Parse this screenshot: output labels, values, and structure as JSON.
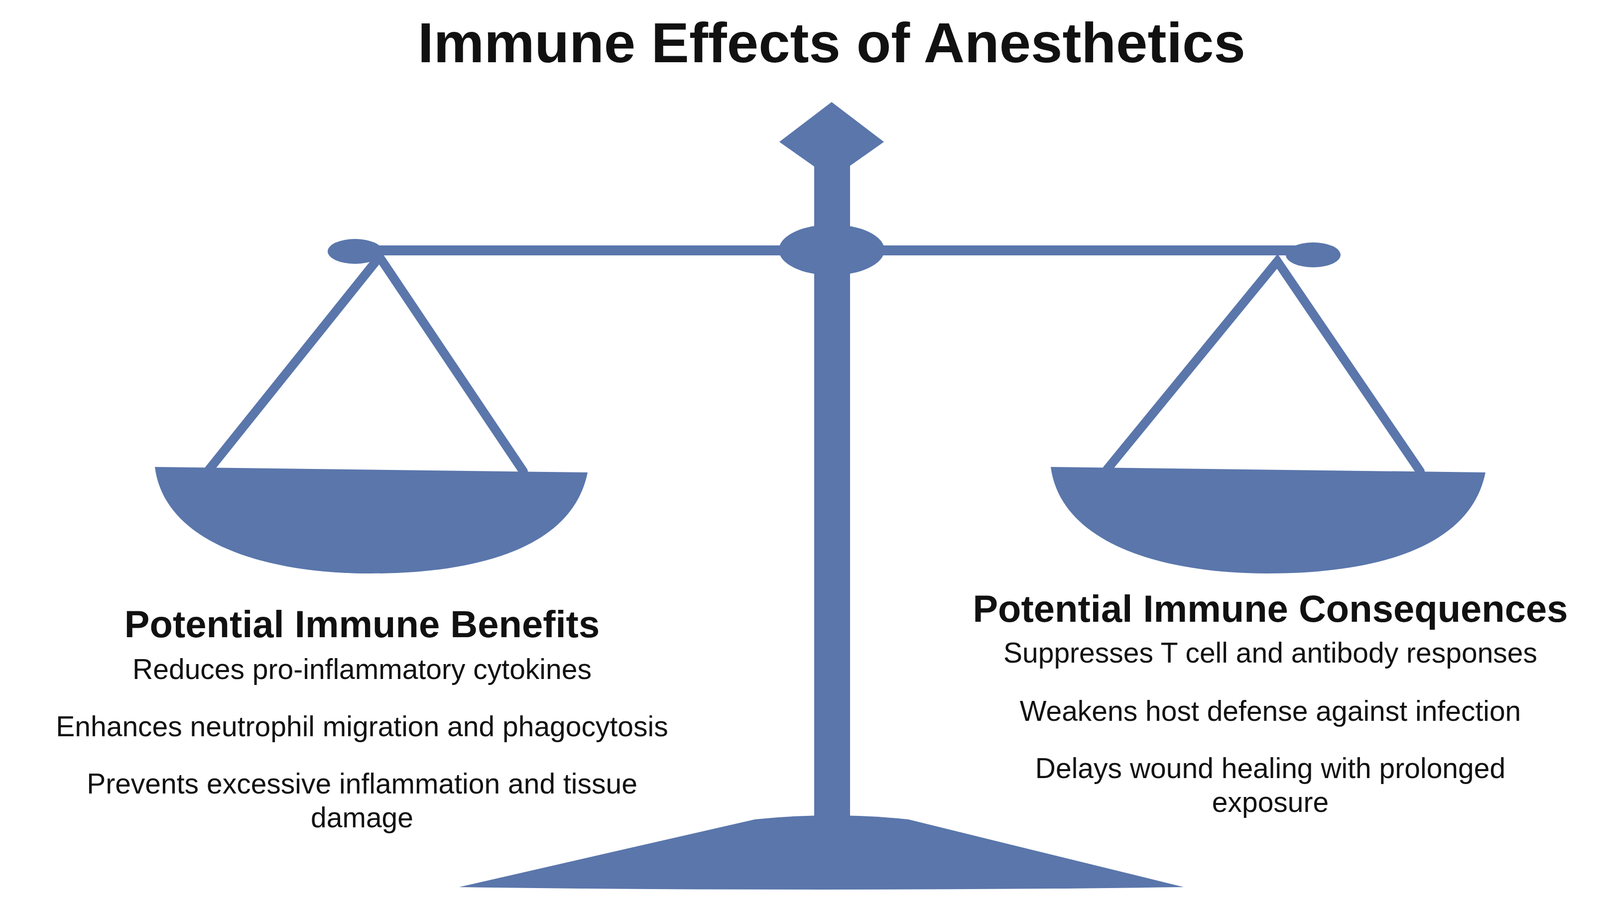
{
  "diagram": {
    "title": "Immune Effects of Anesthetics",
    "labels": [
      "Potential Immune Benefits",
      "Reduces pro-inflammatory cytokines",
      "Enhances neutrophil migration and phagocytosis",
      "Prevents excessive inflammation and tissue damage",
      "Potential Immune Consequences",
      "Suppresses T cell and antibody responses",
      "Weakens host defense against infection",
      "Delays wound healing with prolonged exposure"
    ]
  }
}
